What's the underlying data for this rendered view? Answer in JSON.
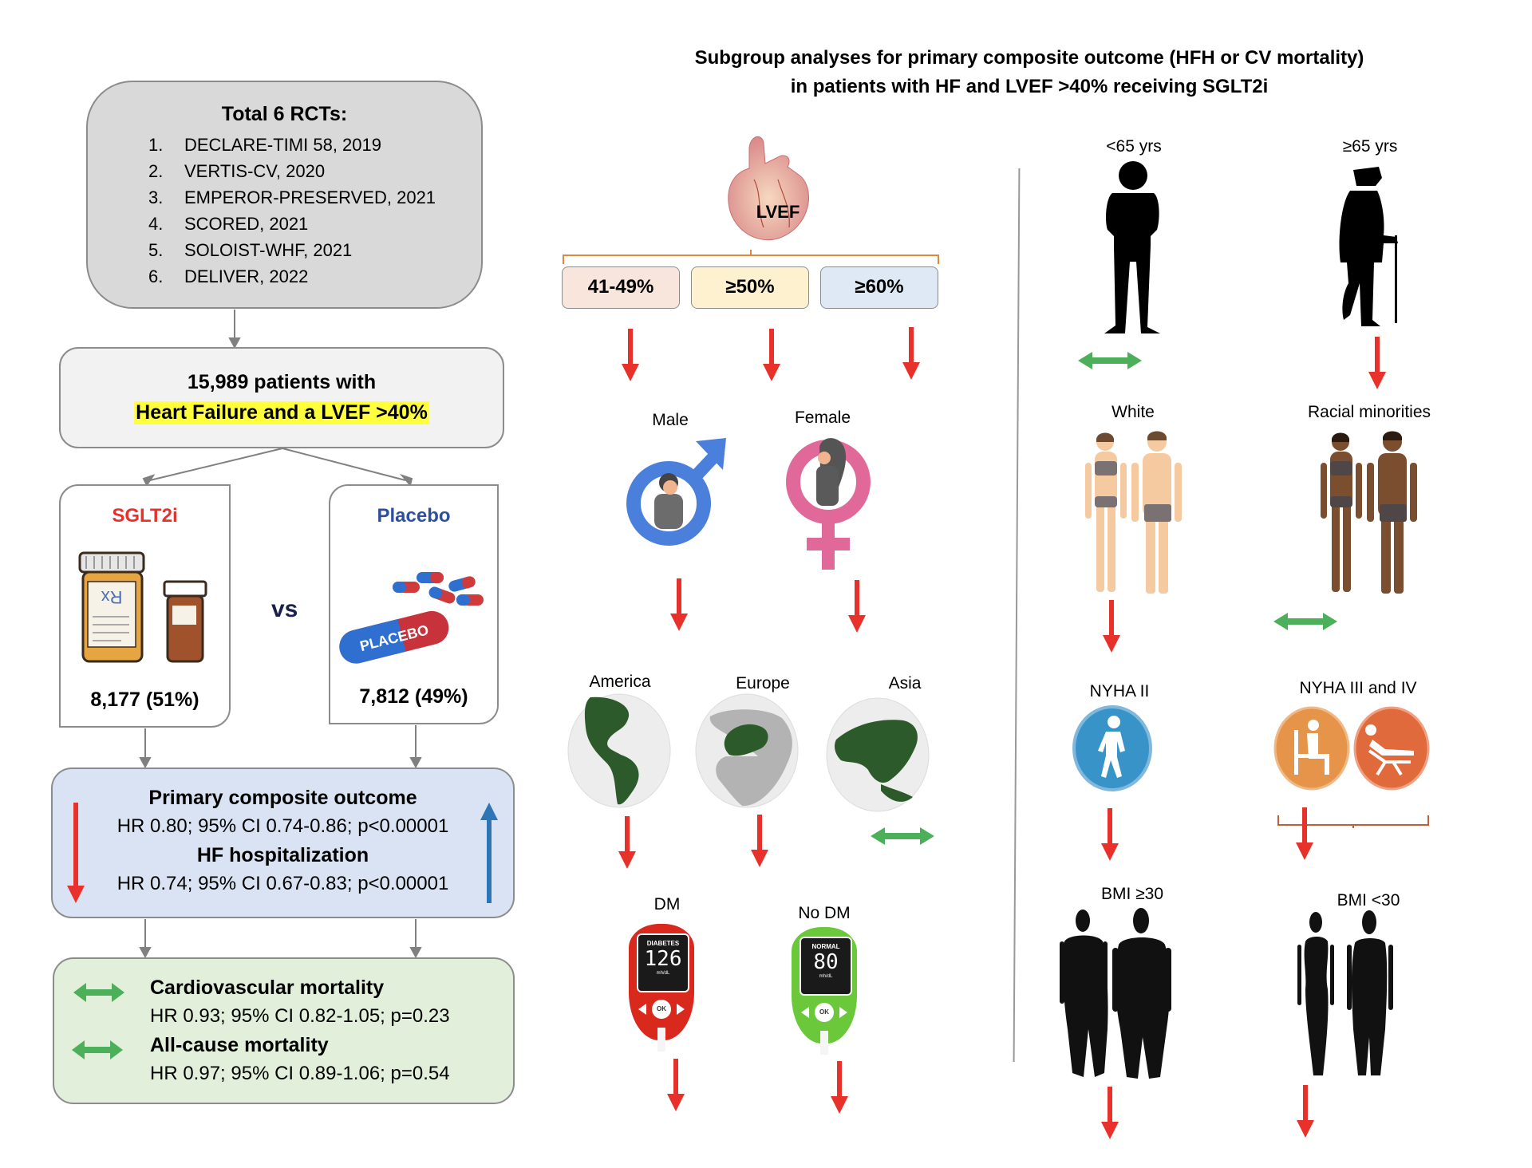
{
  "left_panel": {
    "rct_box": {
      "title": "Total 6 RCTs:",
      "trials": [
        {
          "num": "1.",
          "name": "DECLARE-TIMI  58, 2019"
        },
        {
          "num": "2.",
          "name": "VERTIS-CV,  2020"
        },
        {
          "num": "3.",
          "name": "EMPEROR-PRESERVED,  2021"
        },
        {
          "num": "4.",
          "name": "SCORED, 2021"
        },
        {
          "num": "5.",
          "name": "SOLOIST-WHF, 2021"
        },
        {
          "num": "6.",
          "name": "DELIVER,  2022"
        }
      ]
    },
    "population": {
      "line1": "15,989  patients with",
      "line2_highlighted": "Heart Failure and a LVEF >40%",
      "highlight_color": "#ffff3b"
    },
    "arms": {
      "sglt2i": {
        "title": "SGLT2i",
        "title_color": "#e8312a",
        "count": "8,177  (51%)"
      },
      "vs": "vs",
      "placebo": {
        "title": "Placebo",
        "title_color": "#2f4f9e",
        "count": "7,812  (49%)",
        "pill_label": "PLACEBO",
        "bottle_label": "Rx"
      }
    },
    "primary_outcomes": {
      "items": [
        {
          "heading": "Primary composite outcome",
          "value": "HR 0.80;  95% CI 0.74-0.86;  p<0.00001"
        },
        {
          "heading": "HF hospitalization",
          "value": "HR 0.74;  95% CI 0.67-0.83;  p<0.00001"
        }
      ],
      "left_arrow": "down-red",
      "right_arrow": "up-blue"
    },
    "secondary_outcomes": {
      "items": [
        {
          "heading": "Cardiovascular mortality",
          "value": "HR 0.93; 95% CI 0.82-1.05; p=0.23",
          "effect": "neutral"
        },
        {
          "heading": "All-cause mortality",
          "value": "HR 0.97; 95% CI 0.89-1.06; p=0.54",
          "effect": "neutral"
        }
      ]
    }
  },
  "title": {
    "line1": "Subgroup analyses for primary composite outcome (HFH or CV mortality)",
    "line2": "in patients with HF and  LVEF >40% receiving SGLT2i"
  },
  "legend_colors": {
    "decrease": "#e8312a",
    "neutral": "#4caf5a",
    "increase": "#2e75b6"
  },
  "subgroups": {
    "lvef": {
      "heart_label": "LVEF",
      "bins": [
        {
          "label": "41-49%",
          "effect": "decrease",
          "color": "#f8e5db"
        },
        {
          "label": "≥50%",
          "effect": "decrease",
          "color": "#fdf1d0"
        },
        {
          "label": "≥60%",
          "effect": "decrease",
          "color": "#dfe9f5"
        }
      ]
    },
    "sex": [
      {
        "label": "Male",
        "effect": "decrease"
      },
      {
        "label": "Female",
        "effect": "decrease"
      }
    ],
    "region": [
      {
        "label": "America",
        "effect": "decrease"
      },
      {
        "label": "Europe",
        "effect": "decrease"
      },
      {
        "label": "Asia",
        "effect": "neutral"
      }
    ],
    "diabetes": [
      {
        "label": "DM",
        "effect": "decrease",
        "meter_status": "DIABETES",
        "meter_value": "126",
        "meter_unit": "mh/dL",
        "button": "OK"
      },
      {
        "label": "No DM",
        "effect": "decrease",
        "meter_status": "NORMAL",
        "meter_value": "80",
        "meter_unit": "mh/dL",
        "button": "OK"
      }
    ],
    "age": [
      {
        "label": "<65 yrs",
        "effect": "neutral"
      },
      {
        "label": "≥65 yrs",
        "effect": "decrease"
      }
    ],
    "race": [
      {
        "label": "White",
        "effect": "decrease"
      },
      {
        "label": "Racial minorities",
        "effect": "neutral"
      }
    ],
    "nyha": [
      {
        "label": "NYHA II",
        "effect": "decrease"
      },
      {
        "label": "NYHA III and IV",
        "effect": "decrease"
      }
    ],
    "bmi": [
      {
        "label": "BMI ≥30",
        "effect": "decrease"
      },
      {
        "label": "BMI <30",
        "effect": "decrease"
      }
    ]
  }
}
